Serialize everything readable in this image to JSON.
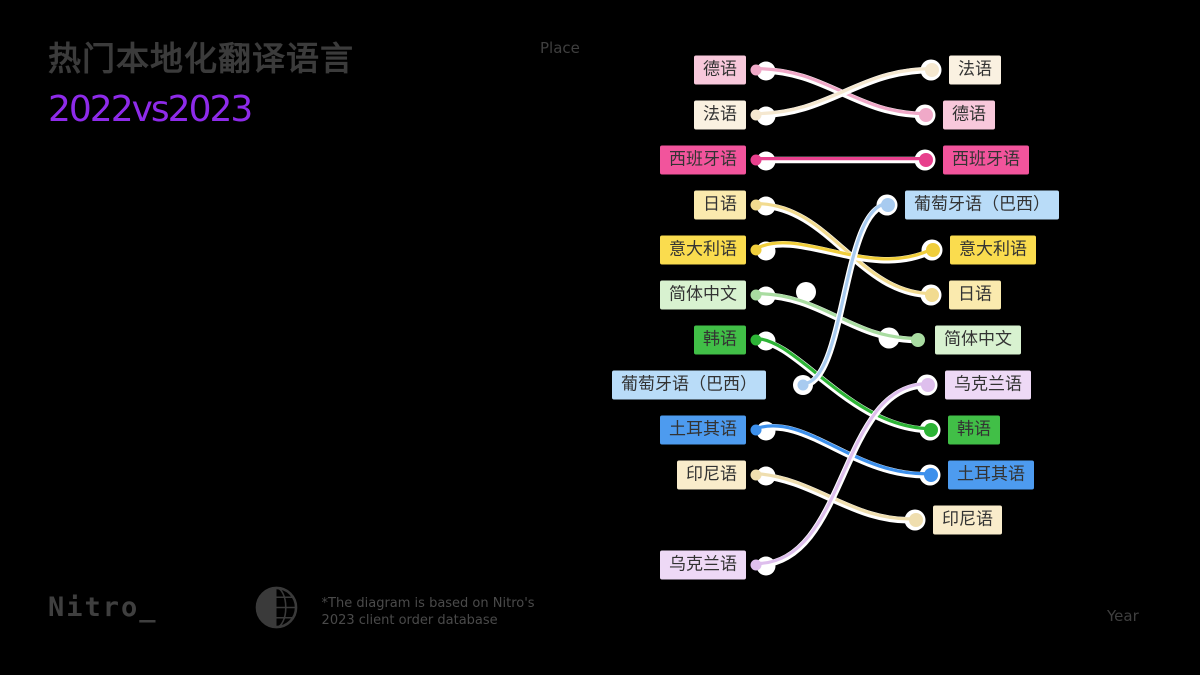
{
  "header": {
    "title": "热门本地化翻译语言",
    "subtitle": "2022vs2023",
    "title_color": "#3b3b3b",
    "subtitle_color": "#8e2bea"
  },
  "axes": {
    "place": "Place",
    "year": "Year"
  },
  "footer": {
    "logo_text": "Nitro_",
    "note_line1": "*The diagram is based on Nitro's",
    "note_line2": "2023 client order database"
  },
  "chart_data": {
    "type": "bump",
    "title": "热门本地化翻译语言 2022vs2023",
    "years": [
      "2022",
      "2023"
    ],
    "place_axis_label": "Place",
    "year_axis_label": "Year",
    "label_text_color": "#333333",
    "items": [
      {
        "name": "德语",
        "place_2022": 1,
        "place_2023": 2,
        "bg": "#F8C8DB",
        "accent": "#F0A9C8"
      },
      {
        "name": "法语",
        "place_2022": 2,
        "place_2023": 1,
        "bg": "#FAF1E1",
        "accent": "#F5E8D0"
      },
      {
        "name": "西班牙语",
        "place_2022": 3,
        "place_2023": 3,
        "bg": "#F2549C",
        "accent": "#E8408D"
      },
      {
        "name": "日语",
        "place_2022": 4,
        "place_2023": 6,
        "bg": "#FAEAAE",
        "accent": "#F2DB90"
      },
      {
        "name": "意大利语",
        "place_2022": 5,
        "place_2023": 5,
        "bg": "#FADC4E",
        "accent": "#F0CE3C"
      },
      {
        "name": "简体中文",
        "place_2022": 6,
        "place_2023": 7,
        "bg": "#D8F2D0",
        "accent": "#A9DCA1"
      },
      {
        "name": "韩语",
        "place_2022": 7,
        "place_2023": 9,
        "bg": "#41BF47",
        "accent": "#2DB436"
      },
      {
        "name": "葡萄牙语（巴西）",
        "place_2022": 8,
        "place_2023": 4,
        "bg": "#B9DCF8",
        "accent": "#A8CBF0"
      },
      {
        "name": "土耳其语",
        "place_2022": 9,
        "place_2023": 10,
        "bg": "#4D9BEF",
        "accent": "#3D90EC"
      },
      {
        "name": "印尼语",
        "place_2022": 10,
        "place_2023": 11,
        "bg": "#F9ECCB",
        "accent": "#EFDEAF"
      },
      {
        "name": "乌克兰语",
        "place_2022": 12,
        "place_2023": 8,
        "bg": "#EED9F6",
        "accent": "#DEBFED"
      }
    ]
  }
}
